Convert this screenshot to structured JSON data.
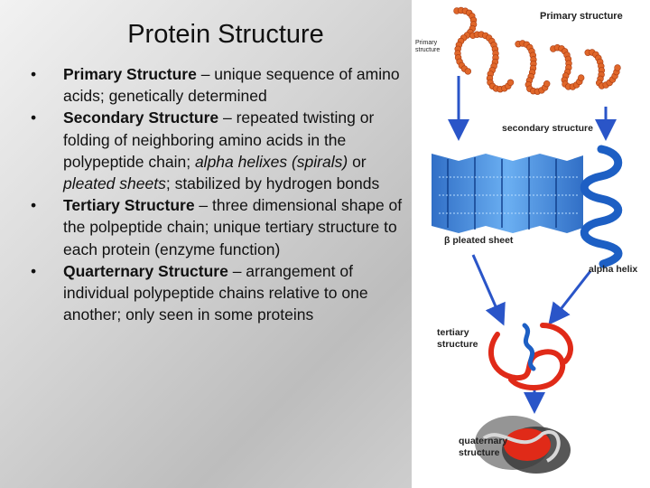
{
  "slide": {
    "title": "Protein Structure",
    "bullets": [
      {
        "bullet": "•",
        "term": "Primary Structure",
        "text": " – unique sequence of amino acids; genetically determined"
      },
      {
        "bullet": "•",
        "term": "Secondary Structure",
        "text_a": " – repeated twisting or folding of neighboring amino acids in the polypeptide chain; ",
        "italic_a": "alpha helixes (spirals)",
        "text_b": " or ",
        "italic_b": "pleated sheets",
        "text_c": "; stabilized by hydrogen bonds"
      },
      {
        "bullet": "•",
        "term": "Tertiary Structure",
        "text": " – three dimensional shape of the polpeptide chain; unique tertiary structure to each protein (enzyme function)"
      },
      {
        "bullet": "•",
        "term": "Quarternary Structure",
        "text": " – arrangement of individual polypeptide chains relative to one another; only seen in some proteins"
      }
    ]
  },
  "figure": {
    "primary_label": "Primary structure",
    "primary_small_label": "Primary structure",
    "secondary_label": "secondary structure",
    "pleated_label": "β pleated sheet",
    "helix_label": "alpha helix",
    "tertiary_label": "tertiary structure",
    "quaternary_label": "quaternary structure",
    "colors": {
      "amino_beads": "#e0672a",
      "arrows": "#2a55c8",
      "sheet": "#2e7fd8",
      "helix": "#1d5fc4",
      "tertiary": "#e02a18",
      "quaternary_gray": "#8a8a8a"
    }
  }
}
